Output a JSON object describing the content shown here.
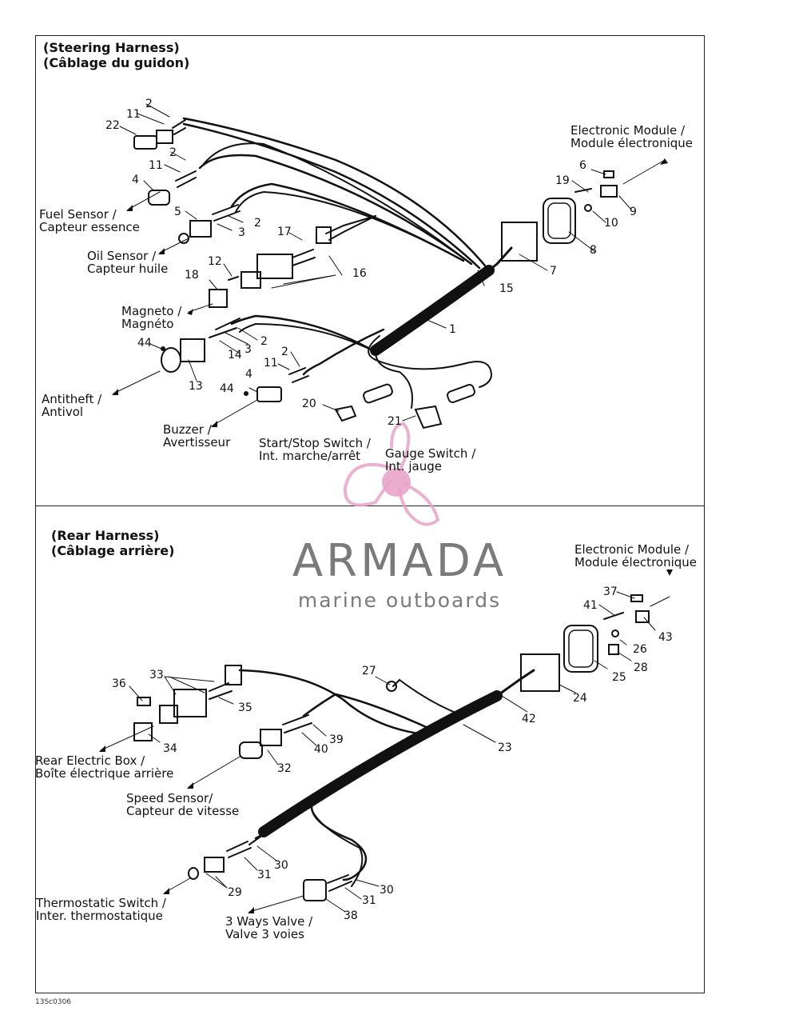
{
  "sections": {
    "steering": {
      "title_en": "(Steering Harness)",
      "title_fr": "(Câblage du guidon)"
    },
    "rear": {
      "title_en": "(Rear Harness)",
      "title_fr": "(Câblage arrière)"
    }
  },
  "labels": {
    "electronic_module_top": [
      "Electronic Module /",
      "Module électronique"
    ],
    "fuel_sensor": [
      "Fuel Sensor /",
      "Capteur essence"
    ],
    "oil_sensor": [
      "Oil Sensor /",
      "Capteur huile"
    ],
    "magneto": [
      "Magneto /",
      "Magnéto"
    ],
    "antitheft": [
      "Antitheft /",
      "Antivol"
    ],
    "buzzer": [
      "Buzzer /",
      "Avertisseur"
    ],
    "start_stop_switch": [
      "Start/Stop Switch /",
      "Int. marche/arrêt"
    ],
    "gauge_switch": [
      "Gauge Switch /",
      "Int. jauge"
    ],
    "electronic_module_rear": [
      "Electronic Module /",
      "Module électronique"
    ],
    "rear_electric_box": [
      "Rear Electric Box /",
      "Boîte électrique arrière"
    ],
    "speed_sensor": [
      "Speed Sensor/",
      "Capteur de vitesse"
    ],
    "thermostatic_switch": [
      "Thermostatic Switch /",
      "Inter. thermostatique"
    ],
    "three_ways_valve": [
      "3 Ways Valve /",
      "Valve 3 voies"
    ]
  },
  "part_numbers": {
    "steering": [
      "2",
      "11",
      "22",
      "2",
      "11",
      "4",
      "5",
      "3",
      "2",
      "17",
      "16",
      "12",
      "18",
      "15",
      "7",
      "8",
      "19",
      "6",
      "9",
      "10",
      "1",
      "44",
      "14",
      "3",
      "2",
      "13",
      "2",
      "11",
      "4",
      "44",
      "20",
      "21"
    ],
    "rear": [
      "37",
      "41",
      "43",
      "26",
      "28",
      "25",
      "24",
      "27",
      "42",
      "33",
      "36",
      "35",
      "34",
      "39",
      "40",
      "32",
      "23",
      "30",
      "31",
      "29",
      "30",
      "31",
      "38"
    ]
  },
  "watermark": {
    "brand": "ARMADA",
    "tagline": "marine outboards",
    "brand_color": "#e8a4c8",
    "text_color": "#7a7a7a"
  },
  "figure_id": "13Sc0306"
}
